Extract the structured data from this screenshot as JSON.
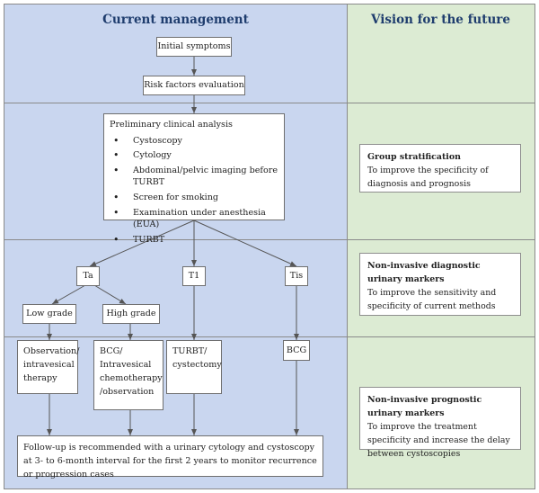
{
  "headers": {
    "current": "Current management",
    "future": "Vision for the future"
  },
  "flow": {
    "initial_symptoms": "Initial symptoms",
    "risk_factors": "Risk factors evaluation",
    "preliminary": {
      "title": "Preliminary clinical analysis",
      "items": [
        "Cystoscopy",
        "Cytology",
        "Abdominal/pelvic imaging before TURBT",
        "Screen for smoking",
        "Examination under anesthesia (EUA)",
        "TURBT"
      ]
    },
    "ta": "Ta",
    "t1": "T1",
    "tis": "Tis",
    "low_grade": "Low grade",
    "high_grade": "High grade",
    "observation": "Observation/ intravesical therapy",
    "bcg_intravesical": "BCG/ Intravesical chemotherapy /observation",
    "turbt_cystectomy": "TURBT/ cystectomy",
    "bcg": "BCG",
    "followup": "Follow-up is recommended with a urinary cytology and cystoscopy at 3- to 6-month interval for the first 2 years to monitor recurrence or progression cases"
  },
  "future": {
    "group_stratification": {
      "title": "Group stratification",
      "text": "To improve the specificity of diagnosis and prognosis"
    },
    "diagnostic_markers": {
      "title": "Non-invasive diagnostic urinary markers",
      "text": "To improve the sensitivity and specificity of current methods"
    },
    "prognostic_markers": {
      "title": "Non-invasive prognostic urinary markers",
      "text": "To improve the treatment specificity and increase the delay between cystoscopies"
    }
  }
}
